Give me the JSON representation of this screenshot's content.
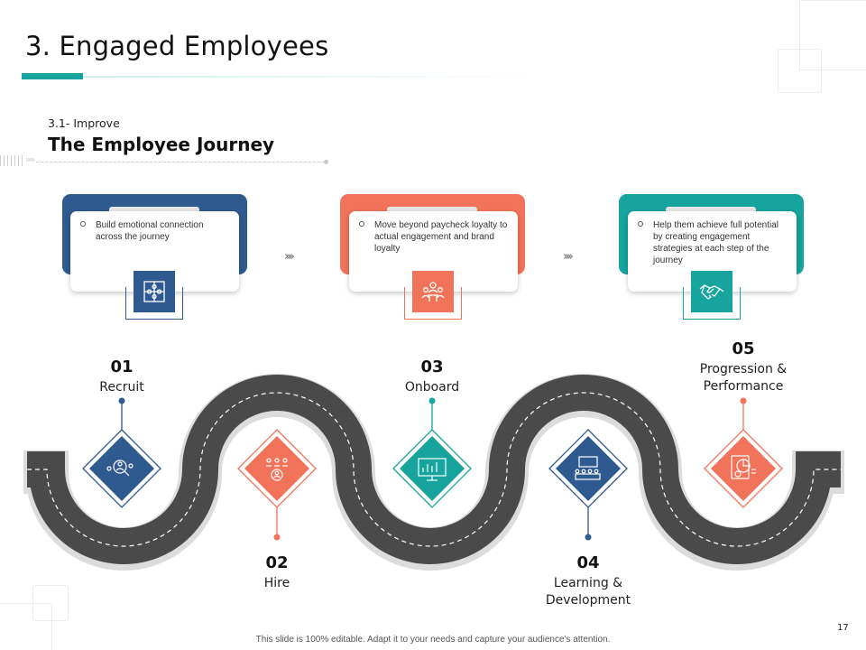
{
  "slide": {
    "title": "3. Engaged Employees",
    "subtitle_label": "3.1- Improve",
    "subtitle_heading": "The Employee Journey",
    "footer_note": "This slide is 100% editable. Adapt it to your needs and capture your audience's attention.",
    "page_number": "17"
  },
  "colors": {
    "teal": "#17a39e",
    "navy": "#2f5a8f",
    "coral": "#f0735a",
    "road": "#4a4a4a"
  },
  "cards": [
    {
      "text": "Build emotional connection across the journey",
      "color": "#2f5a8f",
      "icon": "puzzle-icon"
    },
    {
      "text": "Move beyond paycheck loyalty to actual engagement and brand loyalty",
      "color": "#f0735a",
      "icon": "team-meeting-icon"
    },
    {
      "text": "Help them achieve full potential by creating engagement strategies at each step of the journey",
      "color": "#17a39e",
      "icon": "handshake-icon"
    }
  ],
  "connector_glyph": "››››",
  "stages": [
    {
      "number": "01",
      "label": "Recruit",
      "color": "#2f5a8f",
      "icon": "recruit-search-icon"
    },
    {
      "number": "02",
      "label": "Hire",
      "color": "#f0735a",
      "icon": "candidates-icon"
    },
    {
      "number": "03",
      "label": "Onboard",
      "color": "#17a39e",
      "icon": "presentation-board-icon"
    },
    {
      "number": "04",
      "label": "Learning & Development",
      "color": "#2f5a8f",
      "icon": "training-class-icon"
    },
    {
      "number": "05",
      "label": "Progression & Performance",
      "color": "#f0735a",
      "icon": "performance-chart-icon"
    }
  ]
}
